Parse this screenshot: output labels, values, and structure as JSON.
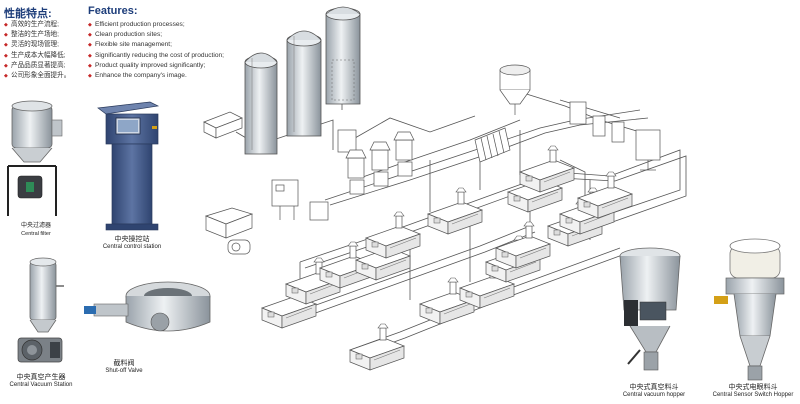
{
  "features_cn": {
    "title": "性能特点:",
    "items": [
      "高效的生产流程;",
      "整洁的生产场地;",
      "灵活的现场管理;",
      "生产成本大幅降低;",
      "产品品质显著提高;",
      "公司形象全面提升。"
    ]
  },
  "features_en": {
    "title": "Features:",
    "items": [
      "Efficient production processes;",
      "Clean production sites;",
      "Flexible site management;",
      "Significantly reducing the cost of production;",
      "Product quality improved significantly;",
      "Enhance the company's image."
    ]
  },
  "equipment": {
    "central_filter": {
      "cn": "中央过滤器",
      "en": "Central filter"
    },
    "central_control": {
      "cn": "中央操控站",
      "en": "Central control station"
    },
    "vacuum_station": {
      "cn": "中央真空产生器",
      "en": "Central Vacuum Station"
    },
    "shutoff_valve": {
      "cn": "截料阀",
      "en": "Shut-off Valve"
    },
    "vacuum_hopper": {
      "cn": "中央式真空料斗",
      "en": "Central vacuum hopper"
    },
    "sensor_hopper": {
      "cn": "中央式电眼料斗",
      "en": "Central Sensor Switch Hopper"
    }
  },
  "colors": {
    "heading": "#1d3d7a",
    "bullet": "#c62828",
    "line": "#555555",
    "cabinet": "#4a5f86"
  }
}
